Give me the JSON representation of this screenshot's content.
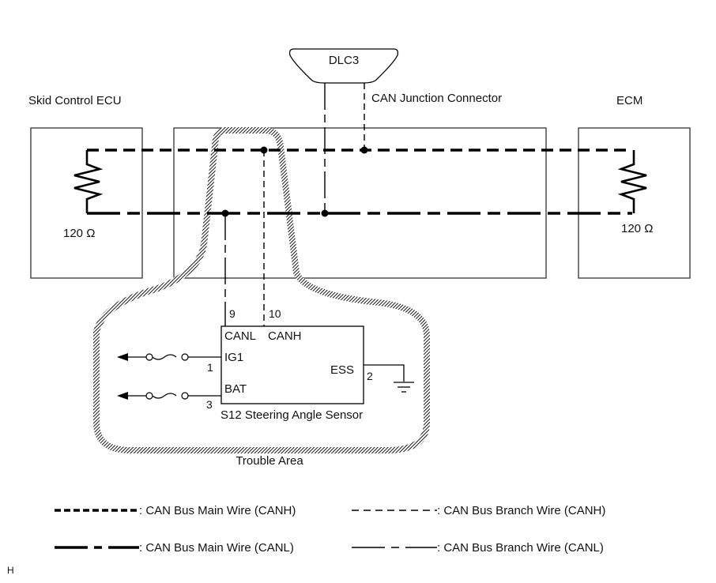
{
  "diagram": {
    "title": "CAN Bus Wiring Diagram – S12 Steering Angle Sensor",
    "components": {
      "dlc3": "DLC3",
      "junction_connector": "CAN Junction Connector",
      "skid_control_ecu": "Skid Control ECU",
      "ecm": "ECM",
      "skid_resistor": "120 Ω",
      "ecm_resistor": "120 Ω",
      "sensor_name": "S12 Steering Angle Sensor",
      "trouble_area": "Trouble Area"
    },
    "sensor_pins": {
      "canl_pin": "9",
      "canh_pin": "10",
      "canl_label": "CANL",
      "canh_label": "CANH",
      "ig1_label": "IG1",
      "ig1_pin": "1",
      "bat_label": "BAT",
      "bat_pin": "3",
      "ess_label": "ESS",
      "ess_pin": "2"
    },
    "legend": [
      {
        "style": "main-canh",
        "label": ": CAN Bus Main Wire (CANH)"
      },
      {
        "style": "branch-canh",
        "label": ": CAN Bus Branch Wire (CANH)"
      },
      {
        "style": "main-canl",
        "label": ": CAN Bus Main Wire (CANL)"
      },
      {
        "style": "branch-canl",
        "label": ": CAN Bus Branch Wire (CANL)"
      }
    ],
    "figure_code": "H"
  }
}
